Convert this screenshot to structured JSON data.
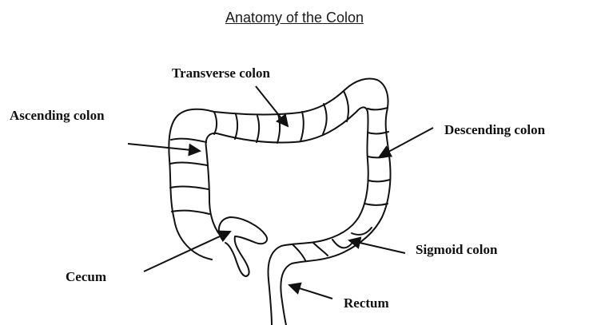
{
  "title": "Anatomy of the Colon",
  "labels": {
    "transverse": "Transverse colon",
    "ascending": "Ascending colon",
    "descending": "Descending colon",
    "sigmoid": "Sigmoid colon",
    "cecum": "Cecum",
    "rectum": "Rectum"
  },
  "colors": {
    "outline": "#111111",
    "background": "#ffffff"
  }
}
